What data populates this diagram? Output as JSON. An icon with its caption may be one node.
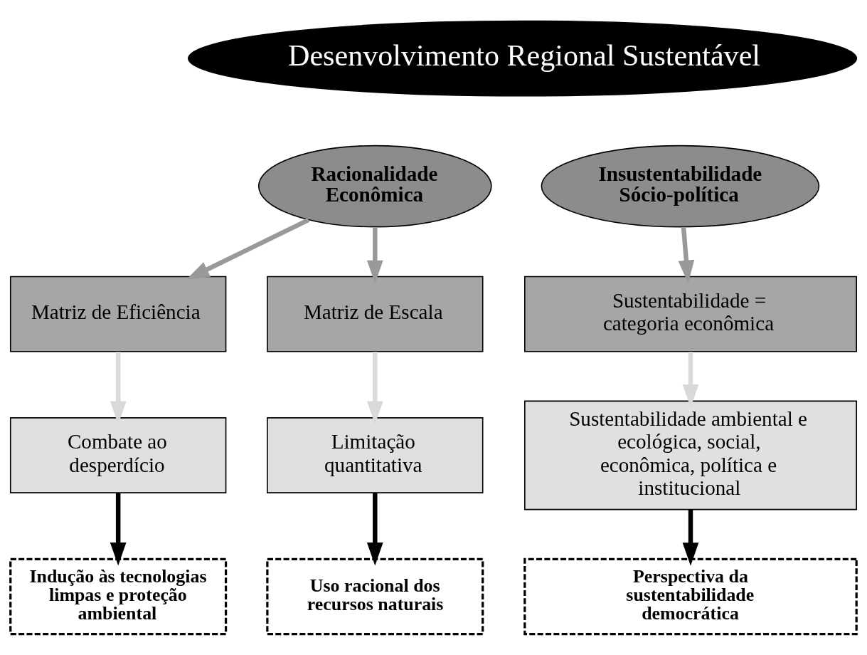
{
  "diagram": {
    "nodes": [
      {
        "text": [
          "Desenvolvimento Regional Sustentável"
        ]
      },
      {
        "text": [
          "Racionalidade Econômica"
        ]
      },
      {
        "text": [
          "Insustentabilidade Sócio-política"
        ]
      },
      {
        "text": [
          "Matriz de Eficiência"
        ]
      },
      {
        "text": [
          "Matriz de Escala"
        ]
      },
      {
        "text": [
          "Sustentabilidade = categoria econômica"
        ]
      },
      {
        "text": [
          "Combate ao desperdício"
        ]
      },
      {
        "text": [
          "Limitação quantitativa"
        ]
      },
      {
        "text": [
          "Sustentabilidade ambiental e ecológica, social, econômica, política e institucional"
        ]
      },
      {
        "text": [
          "Indução às tecnologias limpas e proteção ambiental"
        ]
      },
      {
        "text": [
          "Uso racional dos recursos naturais"
        ]
      },
      {
        "text": [
          "Perspectiva da sustentabilidade democrática"
        ]
      }
    ],
    "edges": [
      {
        "from": 1,
        "to": 3,
        "arrow": "to",
        "color": "#999999"
      },
      {
        "from": 1,
        "to": 4,
        "arrow": "to",
        "color": "#999999"
      },
      {
        "from": 2,
        "to": 5,
        "arrow": "to",
        "color": "#999999"
      },
      {
        "from": 3,
        "to": 6,
        "arrow": "to",
        "color": "#d9d9d9"
      },
      {
        "from": 4,
        "to": 7,
        "arrow": "to",
        "color": "#d9d9d9"
      },
      {
        "from": 5,
        "to": 8,
        "arrow": "to",
        "color": "#d9d9d9"
      },
      {
        "from": 6,
        "to": 9,
        "arrow": "to",
        "color": "#000000"
      },
      {
        "from": 7,
        "to": 10,
        "arrow": "to",
        "color": "#000000"
      },
      {
        "from": 8,
        "to": 11,
        "arrow": "to",
        "color": "#000000"
      }
    ]
  }
}
